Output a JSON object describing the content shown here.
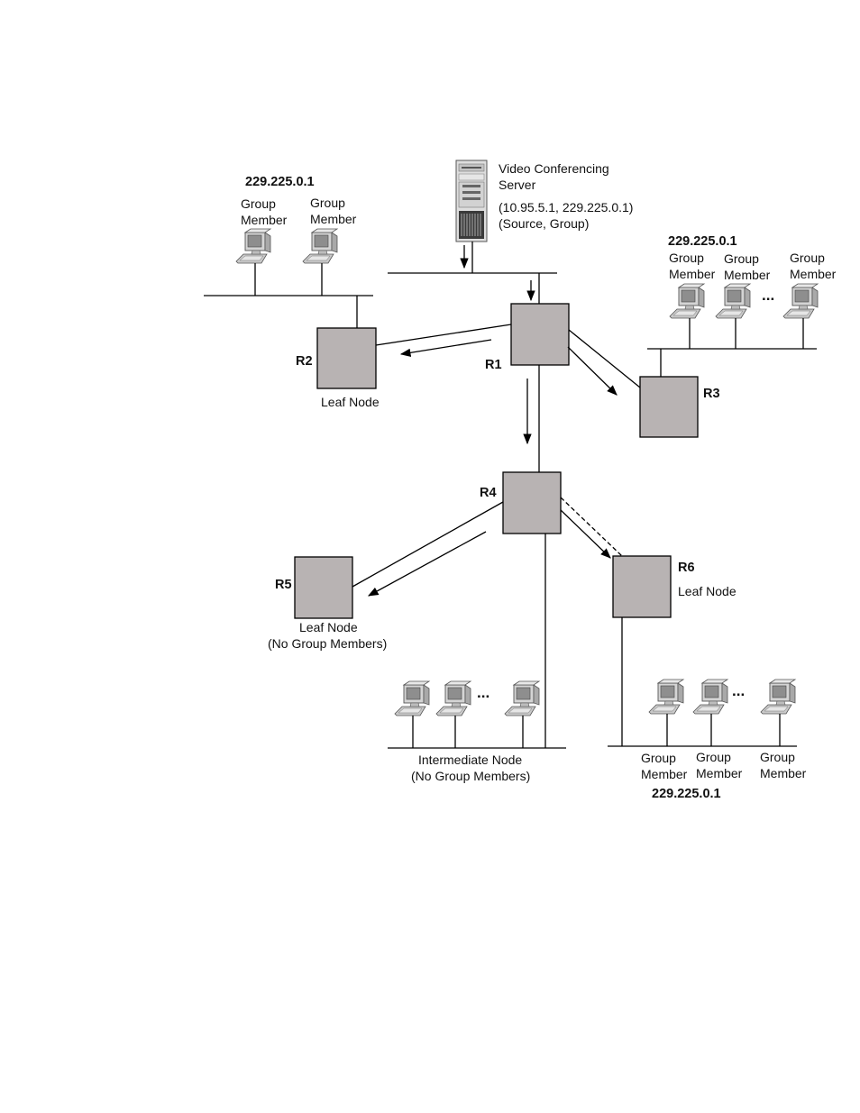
{
  "server": {
    "name_line1": "Video Conferencing",
    "name_line2": "Server",
    "addr_line1": "(10.95.5.1, 229.225.0.1)",
    "addr_line2": "(Source, Group)"
  },
  "group_address": "229.225.0.1",
  "member_label_line1": "Group",
  "member_label_line2": "Member",
  "ellipsis": "...",
  "routers": {
    "r1": "R1",
    "r2": "R2",
    "r3": "R3",
    "r4": "R4",
    "r5": "R5",
    "r6": "R6"
  },
  "notes": {
    "leaf_node": "Leaf Node",
    "no_group_members": "(No Group Members)",
    "intermediate_node": "Intermediate Node"
  }
}
